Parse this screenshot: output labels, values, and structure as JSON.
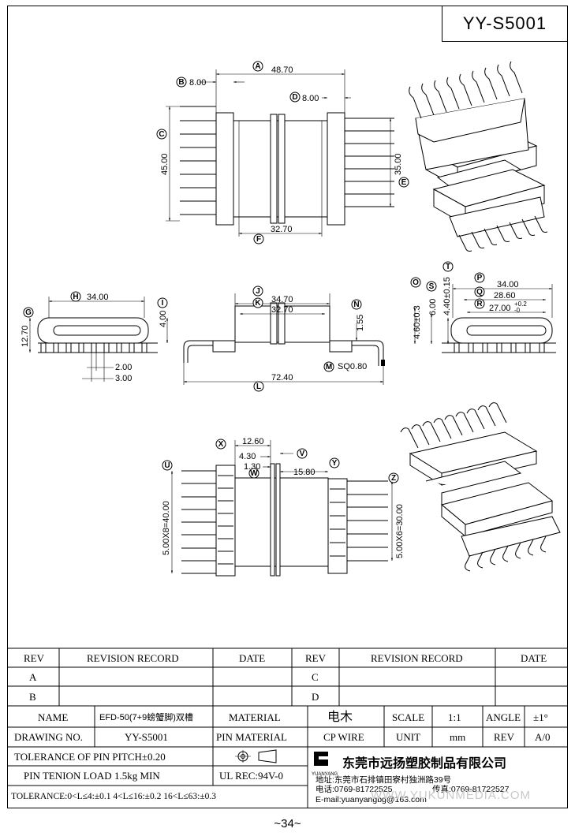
{
  "drawing_code": "YY-S5001",
  "page_number": "~34~",
  "watermark": "WWW.YUKUNMEDIA.COM",
  "dimensions": {
    "A": "48.70",
    "B": "8.00",
    "C": "45.00",
    "D": "8.00",
    "E": "35.00",
    "F": "32.70",
    "G": "12.70",
    "H": "34.00",
    "I": "4.00",
    "J": "34.70",
    "K": "32.70",
    "L": "72.40",
    "M": "SQ0.80",
    "N": "1.55",
    "O": "4.60±0.3",
    "P": "34.00",
    "Q": "28.60",
    "R_main": "27.00",
    "R_upper": "+0.2",
    "R_lower": "-0",
    "S": "6.00",
    "T": "4.40±0.15",
    "pitch_small_1": "2.00",
    "pitch_small_2": "3.00",
    "U": "5.00X8=40.00",
    "V": "1.30",
    "W": "4.30",
    "X": "12.60",
    "Y": "15.80",
    "Z": "5.00X6=30.00"
  },
  "callouts": [
    "A",
    "B",
    "C",
    "D",
    "E",
    "F",
    "G",
    "H",
    "I",
    "J",
    "K",
    "L",
    "M",
    "N",
    "O",
    "P",
    "Q",
    "R",
    "S",
    "T",
    "U",
    "V",
    "W",
    "X",
    "Y",
    "Z"
  ],
  "revision_table": {
    "headers": [
      "REV",
      "REVISION RECORD",
      "DATE",
      "REV",
      "REVISION RECORD",
      "DATE"
    ],
    "rows": [
      [
        "A",
        "",
        "",
        "C",
        "",
        ""
      ],
      [
        "B",
        "",
        "",
        "D",
        "",
        ""
      ]
    ]
  },
  "title_block": {
    "name_label": "NAME",
    "name_value": "EFD-50(7+9螃蟹脚)双槽",
    "material_label": "MATERIAL",
    "material_value": "电木",
    "scale_label": "SCALE",
    "scale_value": "1:1",
    "angle_label": "ANGLE",
    "angle_value": "±1°",
    "drawing_no_label": "DRAWING NO.",
    "drawing_no_value": "YY-S5001",
    "pin_material_label": "PIN MATERIAL",
    "pin_material_value": "CP WIRE",
    "unit_label": "UNIT",
    "unit_value": "mm",
    "rev_label": "REV",
    "rev_value": "A/0",
    "pin_pitch_tolerance": "TOLERANCE OF PIN PITCH±0.20",
    "pin_tension": "PIN TENION LOAD 1.5kg MIN",
    "ul_rec": "UL REC:94V-0",
    "tolerance": "TOLERANCE:0<L≤4:±0.1  4<L≤16:±0.2  16<L≤63:±0.3",
    "logo_text": "YUANYANG",
    "company_name": "东莞市远扬塑胶制品有限公司",
    "address": "地址:东莞市石排镇田寮村独洲路39号",
    "phone": "电话:0769-81722525",
    "fax": "传真:0769-81722527",
    "email": "E-mail:yuanyangbg@163.com"
  }
}
